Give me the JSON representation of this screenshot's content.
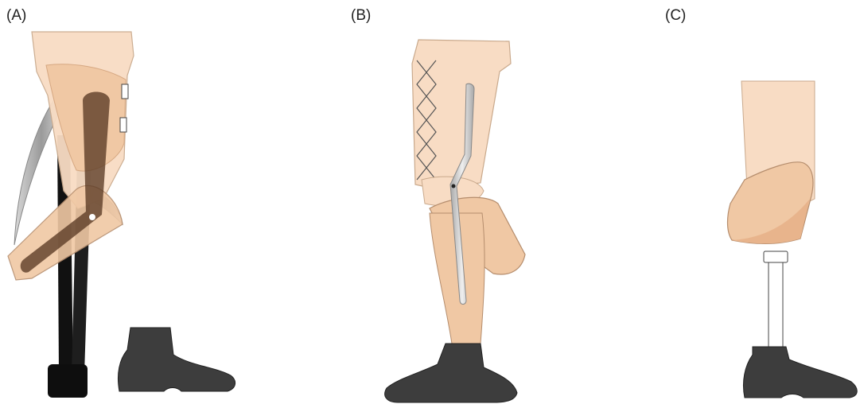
{
  "panels": [
    {
      "label": "(A)"
    },
    {
      "label": "(B)"
    },
    {
      "label": "(C)"
    }
  ],
  "colors": {
    "skin_light": "#f8dcc4",
    "skin_mid": "#f0c8a4",
    "skin_dark": "#e8b48c",
    "brace_dark": "#5a3a24",
    "metal": "#c9c9c9",
    "shoe": "#3d3d3d",
    "outline": "#7a6a5a"
  }
}
